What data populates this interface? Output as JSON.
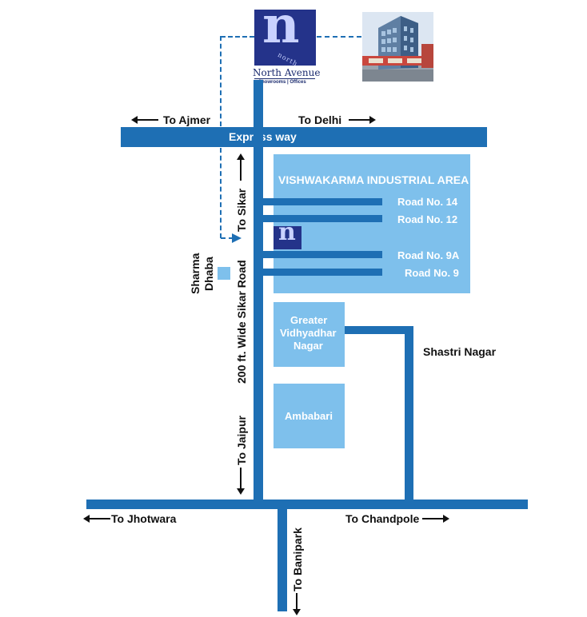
{
  "brand": {
    "logo_letter": "n",
    "logo_word": "north",
    "name": "North Avenue",
    "tagline": "Showrooms | Offices",
    "photo_icon": "building-photo-icon"
  },
  "roads": {
    "expressway": "Express way",
    "sikar_road": "200 ft. Wide Sikar Road"
  },
  "directions": {
    "ajmer": "To Ajmer",
    "delhi": "To Delhi",
    "sikar": "To Sikar",
    "jaipur": "To Jaipur",
    "jhotwara": "To Jhotwara",
    "chandpole": "To Chandpole",
    "banipark": "To Banipark"
  },
  "areas": {
    "industrial": {
      "title": "VISHWAKARMA INDUSTRIAL AREA",
      "roads": [
        "Road No. 14",
        "Road No. 12",
        "Road No. 9A",
        "Road No. 9"
      ]
    },
    "greater_line1": "Greater",
    "greater_line2": "Vidhyadhar",
    "greater_line3": "Nagar",
    "ambabari": "Ambabari"
  },
  "landmarks": {
    "sharma_line1": "Sharma",
    "sharma_line2": "Dhaba",
    "shastri": "Shastri Nagar"
  },
  "colors": {
    "road": "#1e6fb4",
    "area": "#7ec0ec",
    "logo": "#24338a"
  }
}
